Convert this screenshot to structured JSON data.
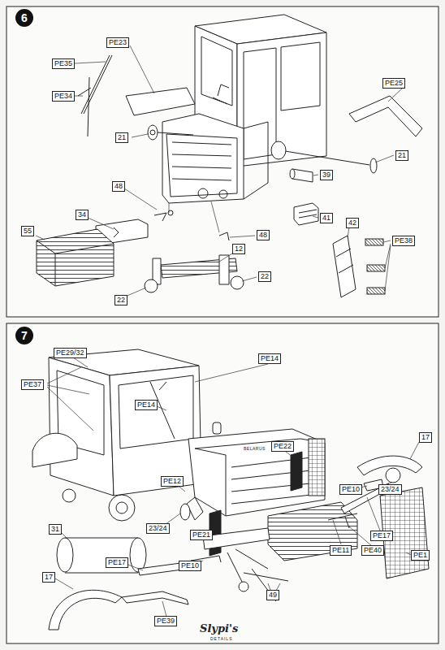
{
  "diagram": {
    "labels": [
      "6",
      "PE23",
      "PE35",
      "PE34",
      "21",
      "PE25",
      "21",
      "39",
      "41",
      "42",
      "PE38",
      "48",
      "34",
      "55",
      "12",
      "48",
      "22",
      "22",
      "7",
      "PE29/32",
      "PE37",
      "PE14",
      "PE14",
      "PE22",
      "PE10",
      "23/24",
      "17",
      "PE12",
      "PE21",
      "23/24",
      "PE17",
      "PE11",
      "PE40",
      "PE1",
      "31",
      "PE17",
      "PE10",
      "49",
      "17",
      "PE39",
      "BELARUS",
      "Slypi's",
      "DETAILS"
    ]
  }
}
